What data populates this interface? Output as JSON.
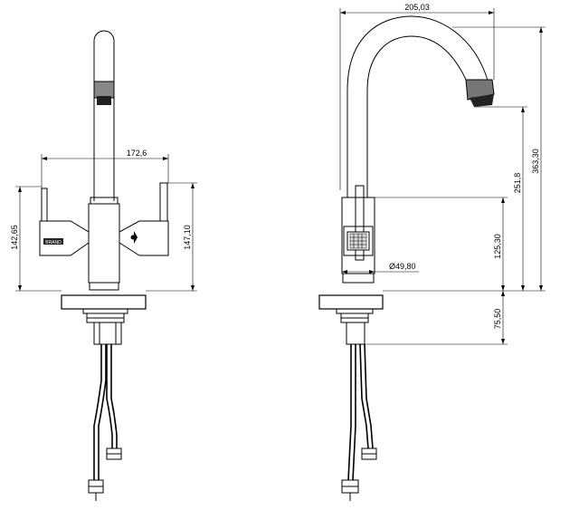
{
  "front_view": {
    "width_dim": "172,6",
    "height_left_dim": "142,65",
    "height_right_dim": "147,10",
    "brand_mark": "BRAND"
  },
  "side_view": {
    "reach_dim": "205,03",
    "total_height_dim": "363,30",
    "spout_height_dim": "251,8",
    "handle_height_dim": "125,30",
    "base_height_dim": "75,50",
    "diameter_dim": "Ø49,80"
  }
}
